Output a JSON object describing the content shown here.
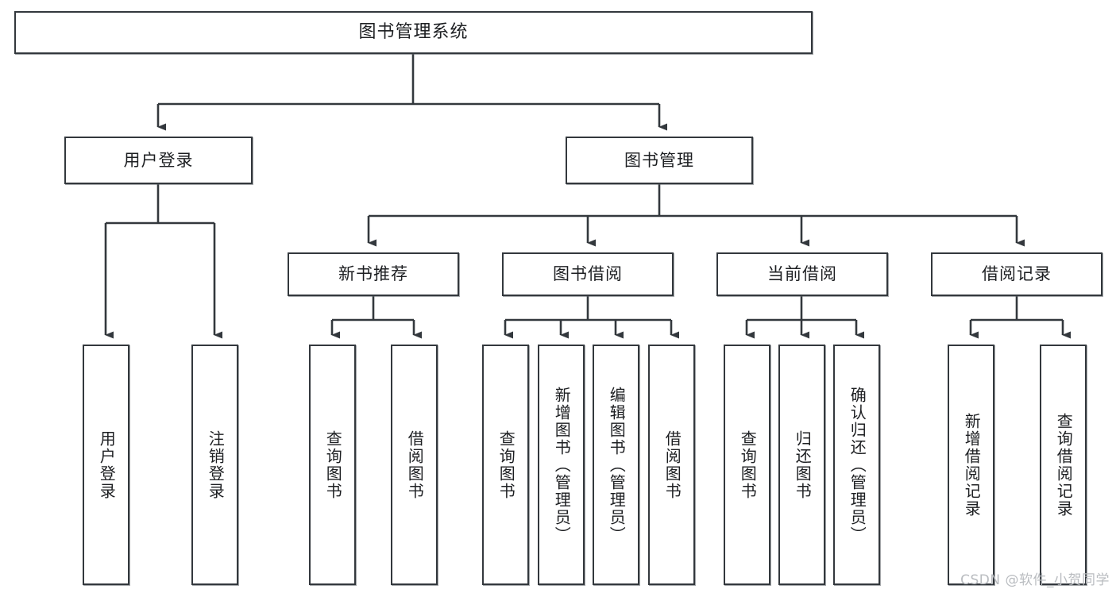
{
  "diagram": {
    "title": "图书管理系统",
    "accent_color": "#33383d",
    "box_fill": "#ffffff",
    "text_color": "#1d1f22",
    "watermark": "CSDN @软件_小贺同学",
    "levels": {
      "root": {
        "label": "图书管理系统"
      },
      "level2": [
        {
          "label": "用户登录"
        },
        {
          "label": "图书管理"
        }
      ],
      "level3": [
        {
          "label": "新书推荐"
        },
        {
          "label": "图书借阅"
        },
        {
          "label": "当前借阅"
        },
        {
          "label": "借阅记录"
        }
      ],
      "level4": [
        {
          "label": "用户登录",
          "parent": "用户登录"
        },
        {
          "label": "注销登录",
          "parent": "用户登录"
        },
        {
          "label": "查询图书",
          "parent": "新书推荐"
        },
        {
          "label": "借阅图书",
          "parent": "新书推荐"
        },
        {
          "label": "查询图书",
          "parent": "图书借阅"
        },
        {
          "label": "新增图书（管理员）",
          "parent": "图书借阅"
        },
        {
          "label": "编辑图书（管理员）",
          "parent": "图书借阅"
        },
        {
          "label": "借阅图书",
          "parent": "图书借阅"
        },
        {
          "label": "查询图书",
          "parent": "当前借阅"
        },
        {
          "label": "归还图书",
          "parent": "当前借阅"
        },
        {
          "label": "确认归还（管理员）",
          "parent": "当前借阅"
        },
        {
          "label": "新增借阅记录",
          "parent": "借阅记录"
        },
        {
          "label": "查询借阅记录",
          "parent": "借阅记录"
        }
      ]
    }
  }
}
